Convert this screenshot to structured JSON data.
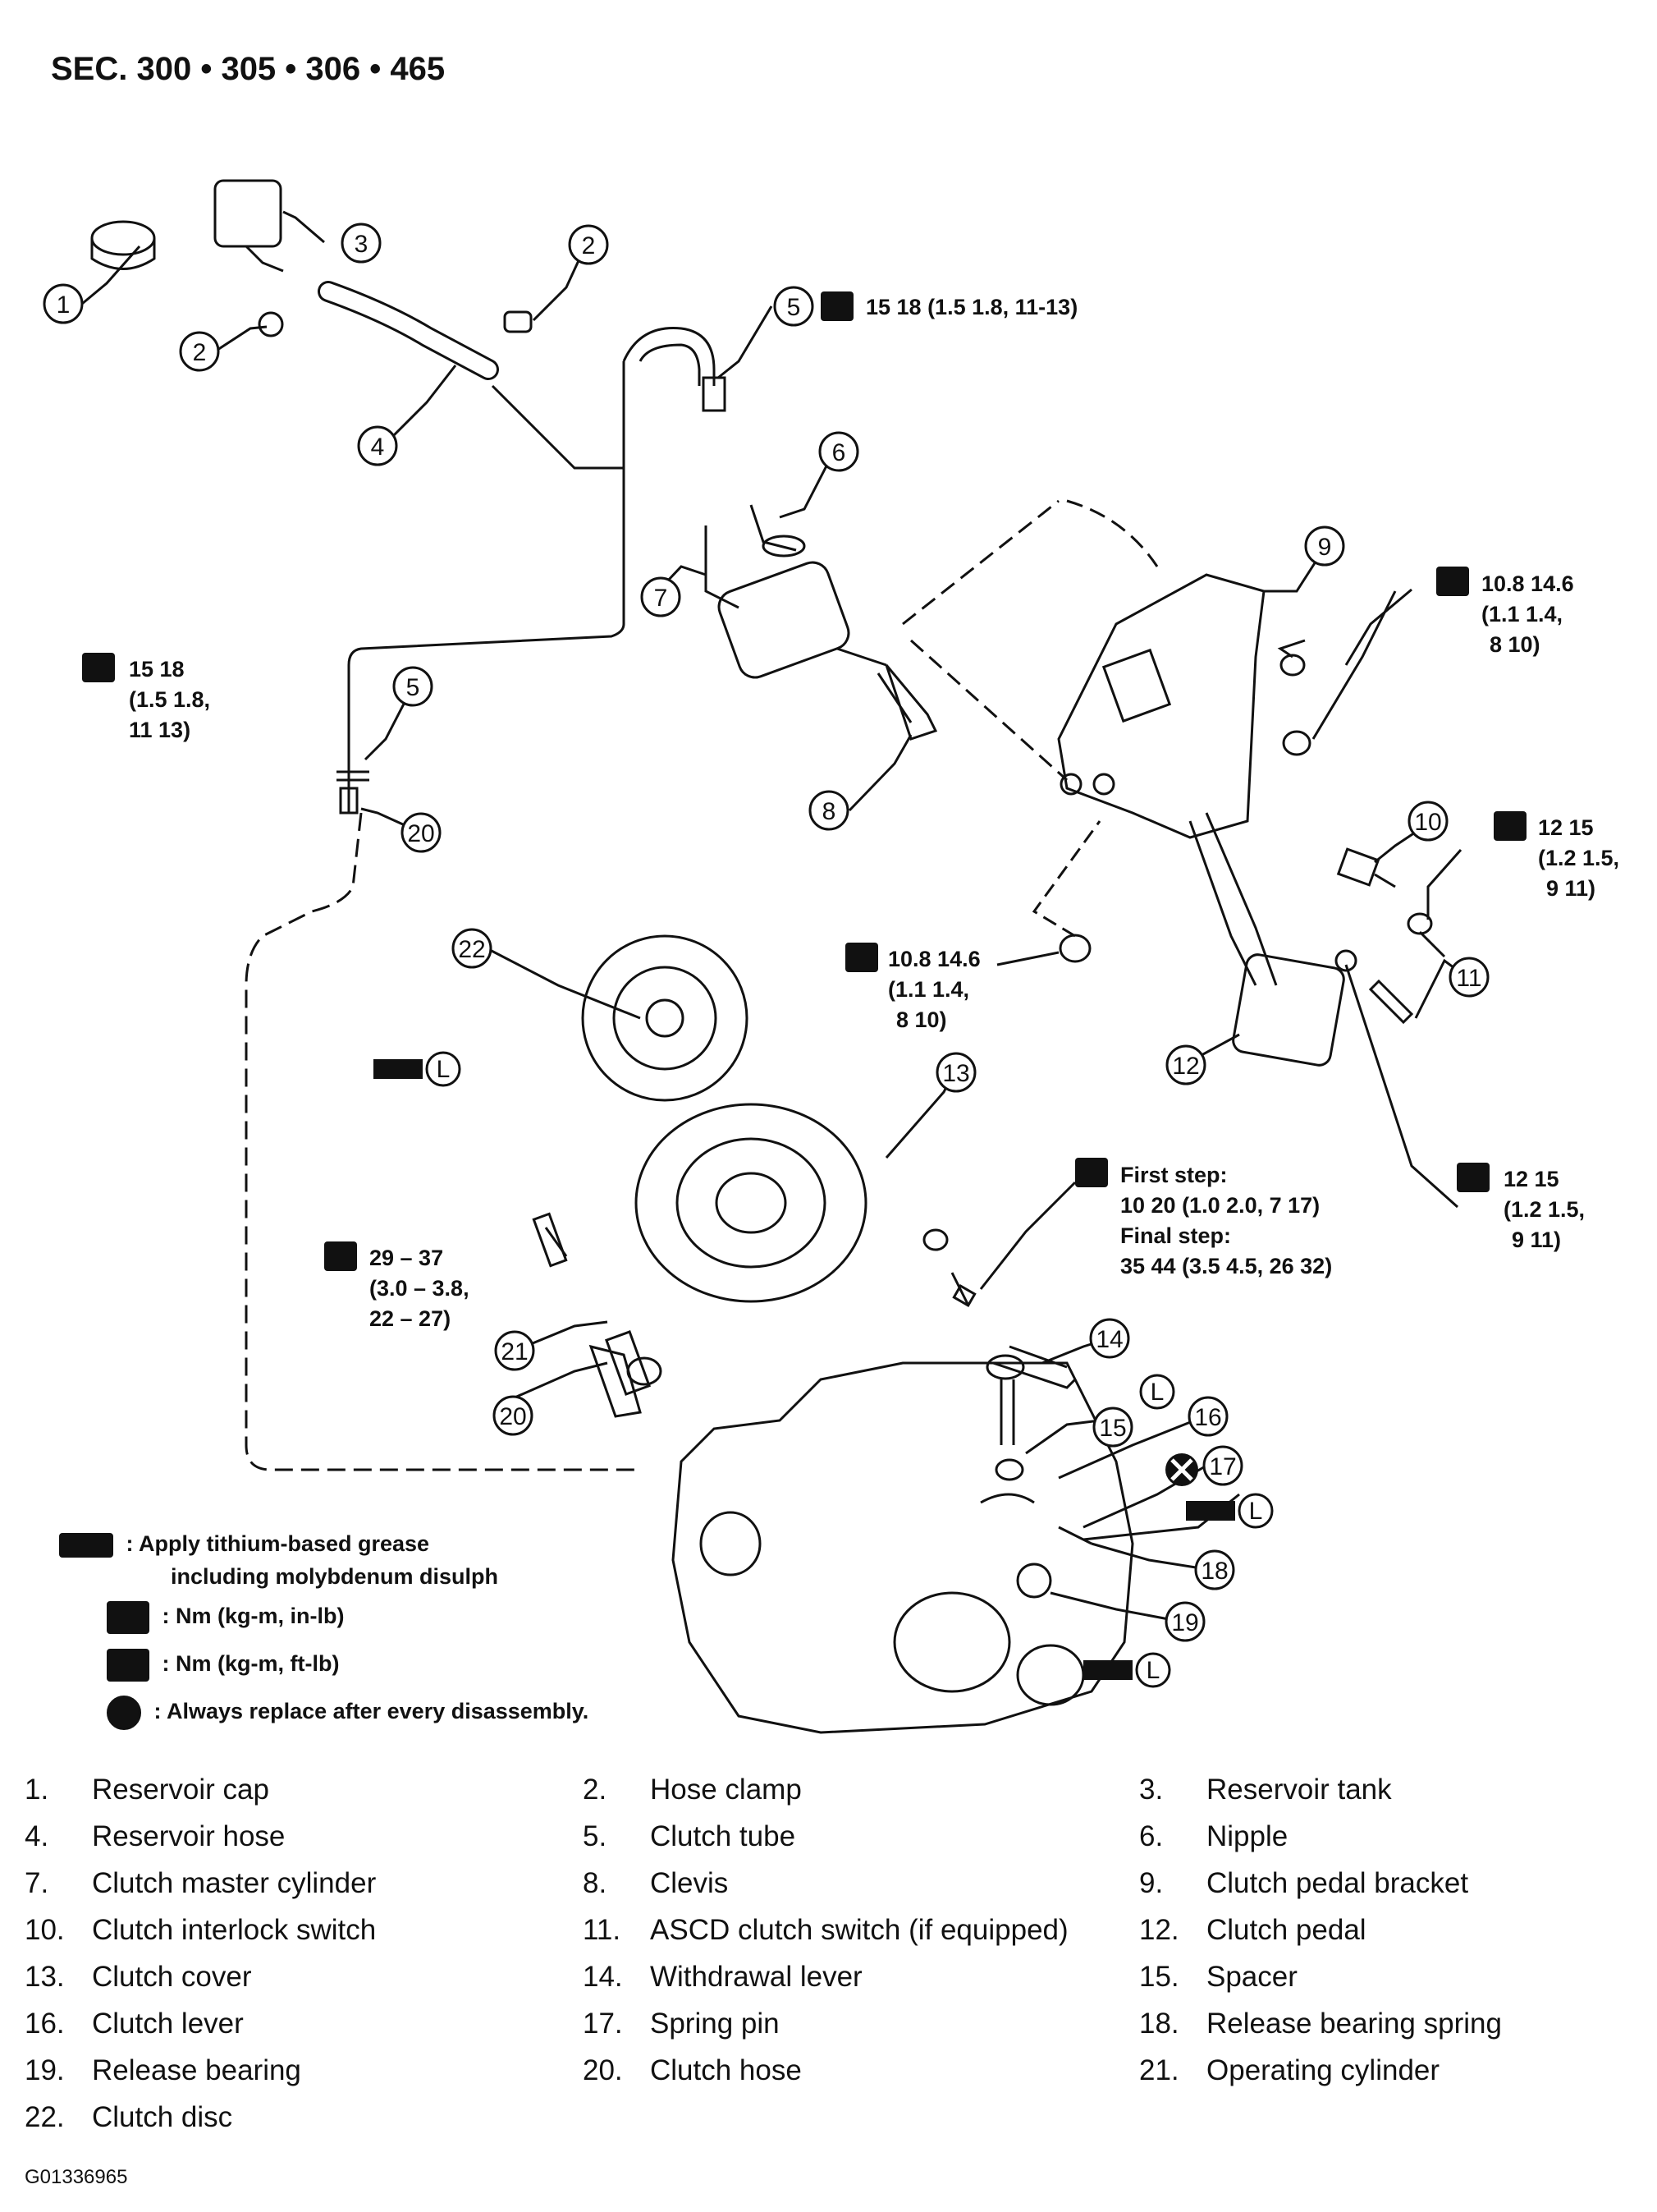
{
  "header": "SEC. 300 • 305 • 306 • 465",
  "figure_code": "G01336965",
  "callouts": [
    "1",
    "2",
    "3",
    "2",
    "4",
    "5",
    "6",
    "7",
    "8",
    "9",
    "5",
    "20",
    "22",
    "10",
    "11",
    "12",
    "13",
    "14",
    "15",
    "16",
    "17",
    "18",
    "19",
    "20",
    "21"
  ],
  "torque_specs": {
    "clutch_tube_top": "15  18 (1.5   1.8, 11-13)",
    "pedal_bracket": [
      "10.8  14.6",
      "(1.1   1.4,",
      "8   10)"
    ],
    "clutch_tube_left": [
      "15   18",
      "(1.5   1.8,",
      "11   13)"
    ],
    "interlock_switch": [
      "12   15",
      "(1.2   1.5,",
      "9   11)"
    ],
    "pedal_nut": [
      "10.8  14.6",
      "(1.1   1.4,",
      "8   10)"
    ],
    "ascd_switch": [
      "12   15",
      "(1.2   1.5,",
      "9   11)"
    ],
    "clutch_cover": [
      "First step:",
      "10   20 (1.0   2.0, 7   17)",
      "Final step:",
      "35   44 (3.5   4.5, 26   32)"
    ],
    "operating_cylinder": [
      "29 – 37",
      "(3.0 – 3.8,",
      "22 – 27)"
    ]
  },
  "legend": [
    {
      "icon": "grease-icon",
      "text": ": Apply tithium-based grease"
    },
    {
      "icon": "",
      "text": "including molybdenum disulph"
    },
    {
      "icon": "torque-in-lb-icon",
      "text": ": Nm (kg-m, in-lb)"
    },
    {
      "icon": "torque-ft-lb-icon",
      "text": ": Nm (kg-m, ft-lb)"
    },
    {
      "icon": "replace-icon",
      "text": ": Always replace after every disassembly."
    }
  ],
  "parts": [
    {
      "num": "1.",
      "name": "Reservoir cap"
    },
    {
      "num": "2.",
      "name": "Hose clamp"
    },
    {
      "num": "3.",
      "name": "Reservoir tank"
    },
    {
      "num": "4.",
      "name": "Reservoir hose"
    },
    {
      "num": "5.",
      "name": "Clutch tube"
    },
    {
      "num": "6.",
      "name": "Nipple"
    },
    {
      "num": "7.",
      "name": "Clutch master cylinder"
    },
    {
      "num": "8.",
      "name": "Clevis"
    },
    {
      "num": "9.",
      "name": "Clutch pedal bracket"
    },
    {
      "num": "10.",
      "name": "Clutch interlock switch"
    },
    {
      "num": "11.",
      "name": "ASCD clutch switch (if equipped)"
    },
    {
      "num": "12.",
      "name": "Clutch pedal"
    },
    {
      "num": "13.",
      "name": "Clutch cover"
    },
    {
      "num": "14.",
      "name": "Withdrawal lever"
    },
    {
      "num": "15.",
      "name": "Spacer"
    },
    {
      "num": "16.",
      "name": "Clutch lever"
    },
    {
      "num": "17.",
      "name": "Spring pin"
    },
    {
      "num": "18.",
      "name": "Release bearing spring"
    },
    {
      "num": "19.",
      "name": "Release bearing"
    },
    {
      "num": "20.",
      "name": "Clutch hose"
    },
    {
      "num": "21.",
      "name": "Operating cylinder"
    },
    {
      "num": "22.",
      "name": "Clutch disc"
    }
  ]
}
